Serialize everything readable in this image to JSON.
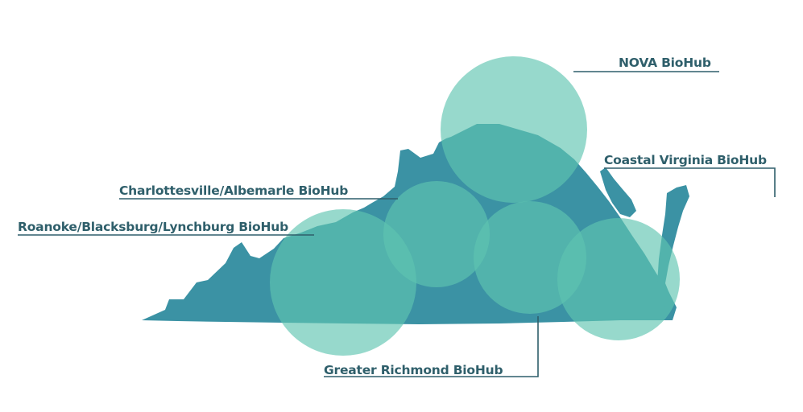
{
  "hubs": {
    "nova": "NOVA BioHub",
    "coastal": "Coastal Virginia BioHub",
    "charlottesville": "Charlottesville/Albemarle BioHub",
    "roanoke": "Roanoke/Blacksburg/Lynchburg BioHub",
    "richmond": "Greater Richmond BioHub"
  },
  "colors": {
    "state_fill": "#3b92a4",
    "hub_circle": "#5fc4b1",
    "label_text": "#2f5f6b",
    "leader_line": "#2f5f6b"
  }
}
